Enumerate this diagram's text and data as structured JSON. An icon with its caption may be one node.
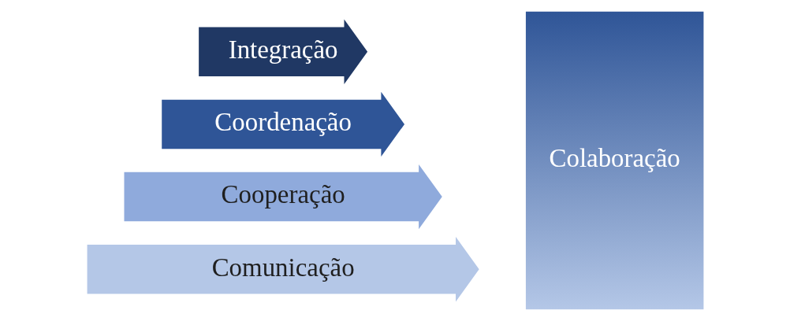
{
  "diagram": {
    "nodes": [
      {
        "text": [
          "Comunicação"
        ]
      },
      {
        "text": [
          "Cooperação"
        ]
      },
      {
        "text": [
          "Coordenação"
        ]
      },
      {
        "text": [
          "Integração"
        ]
      },
      {
        "text": [
          "Colaboração"
        ]
      }
    ]
  }
}
